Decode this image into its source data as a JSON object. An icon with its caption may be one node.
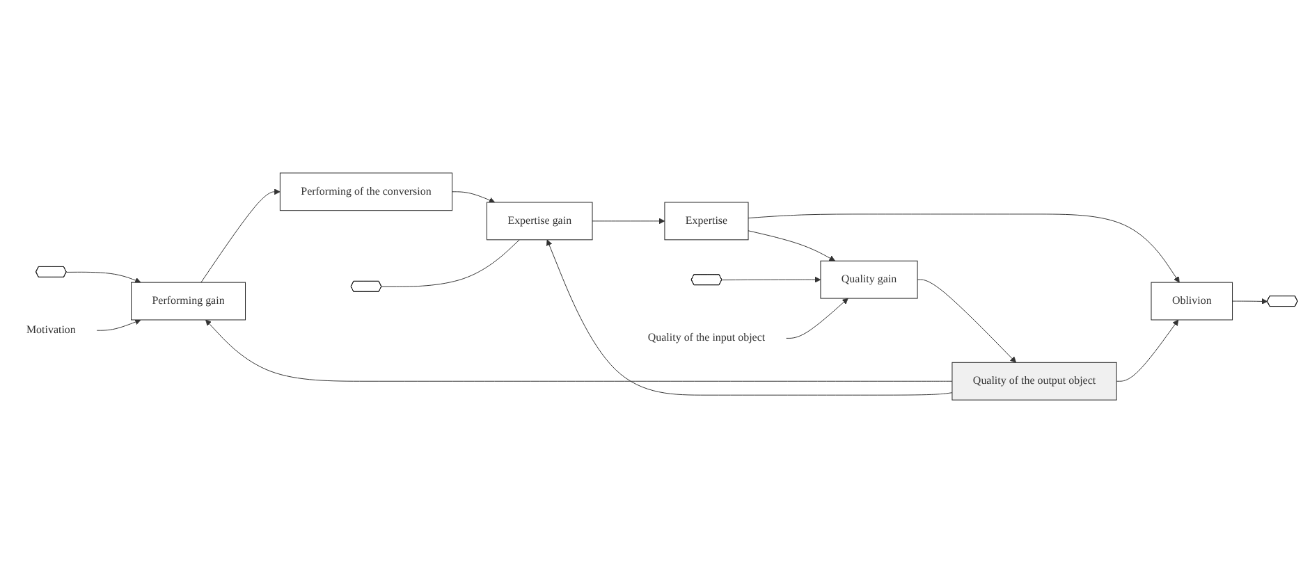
{
  "diagram": {
    "nodes": [
      {
        "text": [],
        "shape": "hexagon"
      },
      {
        "text": [
          "Motivation"
        ]
      },
      {
        "text": [
          "Performing gain"
        ]
      },
      {
        "text": [
          "Performing of the conversion"
        ]
      },
      {
        "text": [],
        "shape": "hexagon"
      },
      {
        "text": [
          "Expertise gain"
        ]
      },
      {
        "text": [
          "Expertise"
        ]
      },
      {
        "text": [],
        "shape": "hexagon"
      },
      {
        "text": [
          "Quality gain"
        ]
      },
      {
        "text": [
          "Quality of the output object"
        ]
      },
      {
        "text": [
          "Oblivion"
        ]
      },
      {
        "text": [],
        "shape": "hexagon"
      },
      {
        "text": [
          "Quality of the input object"
        ]
      }
    ],
    "edges": [
      {
        "from": 0,
        "to": 2,
        "arrow": "to"
      },
      {
        "from": 1,
        "to": 2,
        "arrow": "to"
      },
      {
        "from": 2,
        "to": 3,
        "arrow": "to"
      },
      {
        "from": 3,
        "to": 5,
        "arrow": "to"
      },
      {
        "from": 4,
        "to": 5,
        "arrow": "none"
      },
      {
        "from": 5,
        "to": 6,
        "arrow": "to"
      },
      {
        "from": 6,
        "to": 8,
        "arrow": "to"
      },
      {
        "from": 6,
        "to": 10,
        "arrow": "to"
      },
      {
        "from": 9,
        "to": 2,
        "arrow": "to"
      },
      {
        "from": 9,
        "to": 5,
        "arrow": "to"
      },
      {
        "from": 7,
        "to": 8,
        "arrow": "to"
      },
      {
        "from": 8,
        "to": 9,
        "arrow": "to"
      },
      {
        "from": 9,
        "to": 10,
        "arrow": "to"
      },
      {
        "from": 10,
        "to": 11,
        "arrow": "to"
      },
      {
        "from": 12,
        "to": 8,
        "arrow": "to"
      }
    ]
  }
}
